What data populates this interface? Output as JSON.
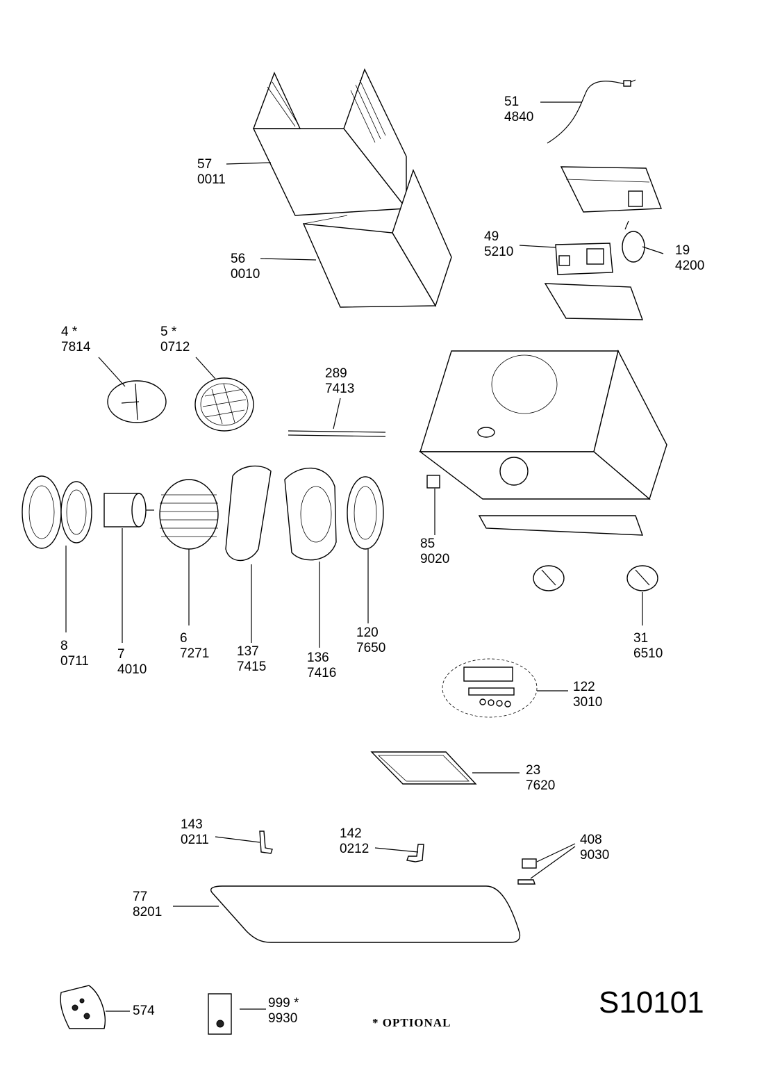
{
  "diagram": {
    "code": "S10101",
    "optional_note": "* OPTIONAL",
    "parts": [
      {
        "id": "p57",
        "num": "57",
        "ref": "0011"
      },
      {
        "id": "p56",
        "num": "56",
        "ref": "0010"
      },
      {
        "id": "p51",
        "num": "51",
        "ref": "4840"
      },
      {
        "id": "p49",
        "num": "49",
        "ref": "5210"
      },
      {
        "id": "p19",
        "num": "19",
        "ref": "4200"
      },
      {
        "id": "p4",
        "num": "4 *",
        "ref": "7814"
      },
      {
        "id": "p5",
        "num": "5 *",
        "ref": "0712"
      },
      {
        "id": "p289",
        "num": "289",
        "ref": "7413"
      },
      {
        "id": "p85",
        "num": "85",
        "ref": "9020"
      },
      {
        "id": "p8",
        "num": "8",
        "ref": "0711"
      },
      {
        "id": "p7",
        "num": "7",
        "ref": "4010"
      },
      {
        "id": "p6",
        "num": "6",
        "ref": "7271"
      },
      {
        "id": "p137",
        "num": "137",
        "ref": "7415"
      },
      {
        "id": "p136",
        "num": "136",
        "ref": "7416"
      },
      {
        "id": "p120",
        "num": "120",
        "ref": "7650"
      },
      {
        "id": "p31",
        "num": "31",
        "ref": "6510"
      },
      {
        "id": "p122",
        "num": "122",
        "ref": "3010"
      },
      {
        "id": "p23",
        "num": "23",
        "ref": "7620"
      },
      {
        "id": "p143",
        "num": "143",
        "ref": "0211"
      },
      {
        "id": "p142",
        "num": "142",
        "ref": "0212"
      },
      {
        "id": "p408",
        "num": "408",
        "ref": "9030"
      },
      {
        "id": "p77",
        "num": "77",
        "ref": "8201"
      },
      {
        "id": "p574",
        "num": "574",
        "ref": ""
      },
      {
        "id": "p999",
        "num": "999 *",
        "ref": "9930"
      }
    ]
  }
}
